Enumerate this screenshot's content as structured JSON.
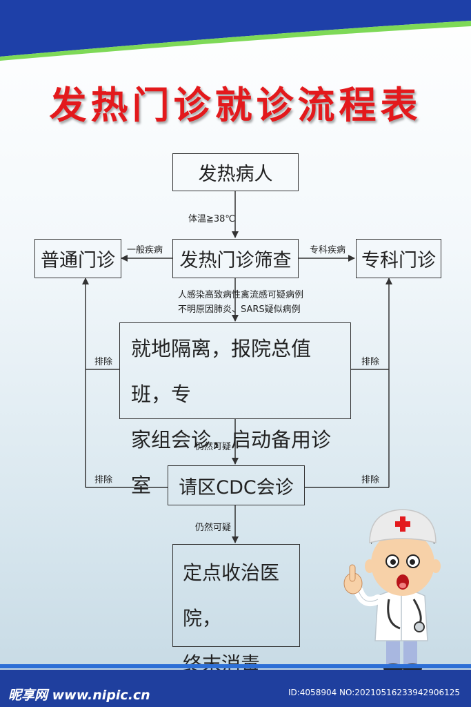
{
  "title": "发热门诊就诊流程表",
  "nodes": {
    "patient": "发热病人",
    "screening": "发热门诊筛查",
    "general": "普通门诊",
    "specialist": "专科门诊",
    "isolate_line1": "就地隔离，报院总值班，专",
    "isolate_line2": "家组会诊，启动备用诊室",
    "cdc": "请区CDC会诊",
    "hospital_line1": "定点收治医院，",
    "hospital_line2": "终末消毒"
  },
  "edges": {
    "temp": "体温≧38℃",
    "general_disease": "一般疾病",
    "special_disease": "专科疾病",
    "suspect_line1": "人感染高致病性禽流感可疑病例",
    "suspect_line2": "不明原因肺炎、SARS疑似病例",
    "exclude_left_1": "排除",
    "exclude_right_1": "排除",
    "still_suspect_1": "仍然可疑",
    "exclude_left_2": "排除",
    "exclude_right_2": "排除",
    "still_suspect_2": "仍然可疑"
  },
  "watermark": {
    "site": "昵享网 www.nipic.cn",
    "id": "ID:4058904 NO:20210516233942906125"
  },
  "colors": {
    "title": "#e3191c",
    "header_blue": "#1e40a8",
    "accent_green": "#7ed957"
  }
}
